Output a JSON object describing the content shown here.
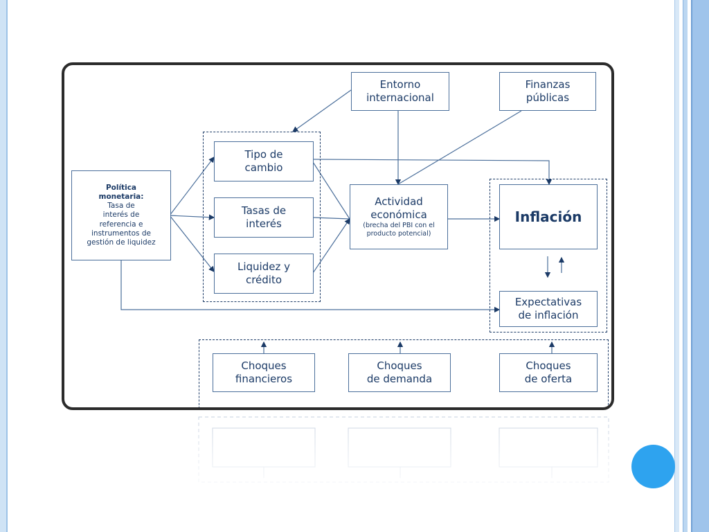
{
  "diagram": {
    "politica": {
      "title_1": "Política",
      "title_2": "monetaria:",
      "body": [
        "Tasa de",
        "interés de",
        "referencia e",
        "instrumentos de",
        "gestión de liquidez"
      ]
    },
    "entorno": [
      "Entorno",
      "internacional"
    ],
    "finanzas": [
      "Finanzas",
      "públicas"
    ],
    "tipo_cambio": [
      "Tipo de",
      "cambio"
    ],
    "tasas_interes": [
      "Tasas de",
      "interés"
    ],
    "liquidez": [
      "Liquidez y",
      "crédito"
    ],
    "actividad": {
      "l1": "Actividad",
      "l2": "económica",
      "note1": "(brecha del PBI con el",
      "note2": "producto potencial)"
    },
    "inflacion": "Inflación",
    "expectativas": [
      "Expectativas",
      "de inflación"
    ],
    "choques_financieros": [
      "Choques",
      "financieros"
    ],
    "choques_demanda": [
      "Choques",
      "de demanda"
    ],
    "choques_oferta": [
      "Choques",
      "de oferta"
    ]
  },
  "colors": {
    "accent_dot": "#2ea3ef",
    "box_text": "#1b3a66",
    "frame": "#2b2b2b"
  }
}
